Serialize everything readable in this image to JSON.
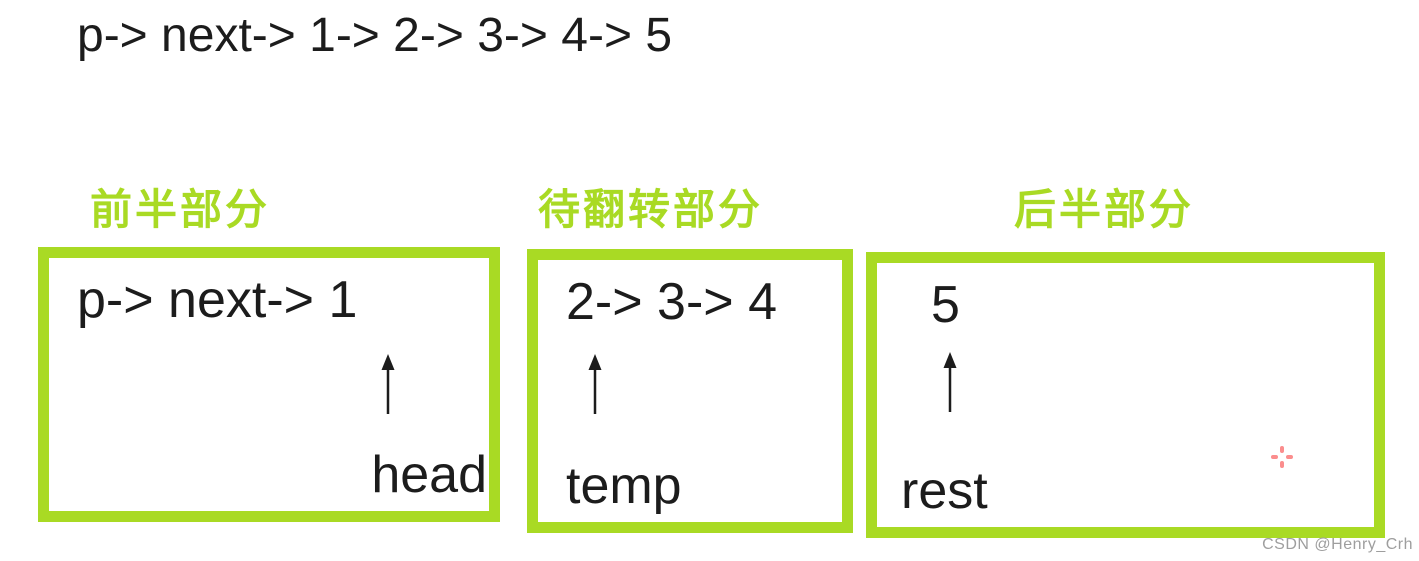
{
  "colors": {
    "accent_green": "#a9da24",
    "text_ink": "#1c1c1c",
    "watermark_gray": "#9e9e9e",
    "cursor_red": "#fb8d8d",
    "background": "#ffffff"
  },
  "top_line": {
    "text": "p-> next-> 1-> 2-> 3-> 4-> 5"
  },
  "sections": [
    {
      "label": "前半部分",
      "content": "p-> next-> 1",
      "pointer": "head"
    },
    {
      "label": "待翻转部分",
      "content": "2-> 3-> 4",
      "pointer": "temp"
    },
    {
      "label": "后半部分",
      "content": "5",
      "pointer": "rest"
    }
  ],
  "icons": {
    "up_arrow": "↑",
    "move_cursor": "✛"
  },
  "watermark": {
    "text": "CSDN @Henry_Crh"
  }
}
